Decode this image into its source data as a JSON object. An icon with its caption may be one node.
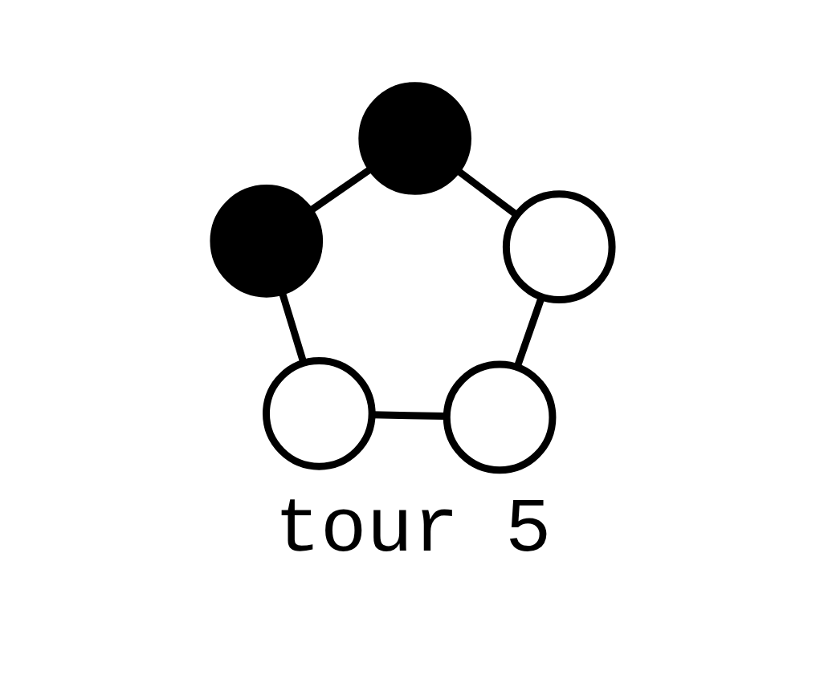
{
  "diagram": {
    "caption": "tour 5",
    "nodes": [
      {
        "text": [],
        "shape": "circle"
      },
      {
        "text": [],
        "shape": "circle"
      },
      {
        "text": [],
        "shape": "circle"
      },
      {
        "text": [],
        "shape": "circle"
      },
      {
        "text": [],
        "shape": "circle"
      }
    ],
    "edges": [
      {
        "from": 0,
        "to": 1,
        "arrow": "none"
      },
      {
        "from": 0,
        "to": 3,
        "arrow": "none"
      },
      {
        "from": 1,
        "to": 4,
        "arrow": "none"
      },
      {
        "from": 2,
        "to": 3,
        "arrow": "none"
      },
      {
        "from": 2,
        "to": 4,
        "arrow": "none"
      }
    ]
  }
}
